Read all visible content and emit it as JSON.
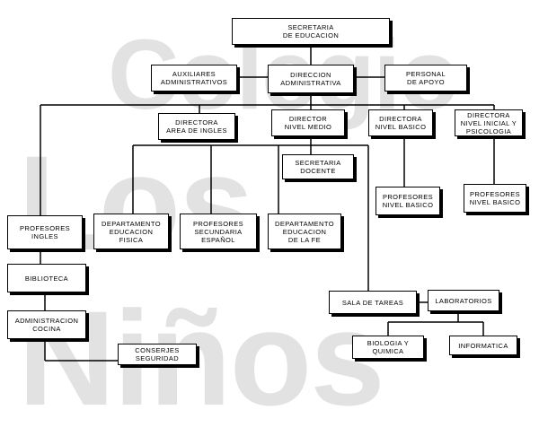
{
  "nodes": {
    "secretaria_educacion": "SECRETARIA\nDE EDUCACION",
    "auxiliares": "AUXILIARES\nADMINISTRATIVOS",
    "direccion_admin": "DIRECCION\nADMINISTRATIVA",
    "personal_apoyo": "PERSONAL\nDE APOYO",
    "directora_ingles": "DIRECTORA\nAREA DE INGLES",
    "director_medio": "DIRECTOR\nNIVEL MEDIO",
    "directora_basico": "DIRECTORA\nNIVEL BASICO",
    "directora_inicial": "DIRECTORA\nNIVEL INICIAL Y\nPSICOLOGIA",
    "secretaria_docente": "SECRETARIA\nDOCENTE",
    "profesores_basico": "PROFESORES\nNIVEL BASICO",
    "profesores_inicial": "PROFESORES\nNIVEL BASICO",
    "profesores_ingles": "PROFESORES\nINGLES",
    "depto_educacion_fisica": "DEPARTAMENTO\nEDUCACION\nFISICA",
    "profesores_secundaria": "PROFESORES\nSECUNDARIA\nESPAÑOL",
    "depto_educacion_fe": "DEPARTAMENTO\nEDUCACION\nDE LA FE",
    "biblioteca": "BIBLIOTECA",
    "administracion_cocina": "ADMINISTRACION\nCOCINA",
    "conserjes": "CONSERJES\nSEGURIDAD",
    "sala_tareas": "SALA DE TAREAS",
    "laboratorios": "LABORATORIOS",
    "biologia_quimica": "BIOLOGIA Y\nQUIMICA",
    "informatica": "INFORMATICA"
  }
}
